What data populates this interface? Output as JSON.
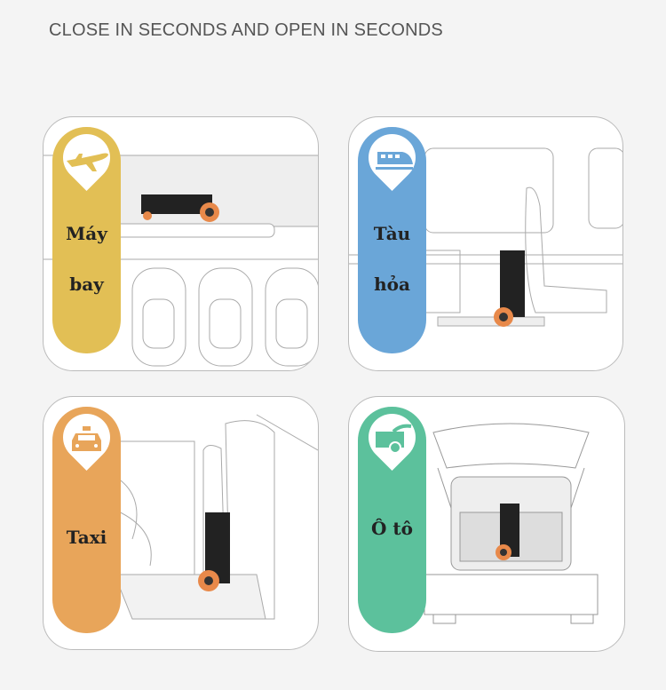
{
  "heading": "CLOSE IN SECONDS AND OPEN IN SECONDS",
  "cards": [
    {
      "label_line1": "Máy",
      "label_line2": "bay",
      "icon": "airplane-icon",
      "color": "#e2bf55"
    },
    {
      "label_line1": "Tàu",
      "label_line2": "hỏa",
      "icon": "train-icon",
      "color": "#6aa6d8"
    },
    {
      "label_line1": "Taxi",
      "icon": "taxi-icon",
      "color": "#e8a55a"
    },
    {
      "label_line1": "Ô tô",
      "icon": "car-trunk-icon",
      "color": "#5cc19c"
    }
  ]
}
